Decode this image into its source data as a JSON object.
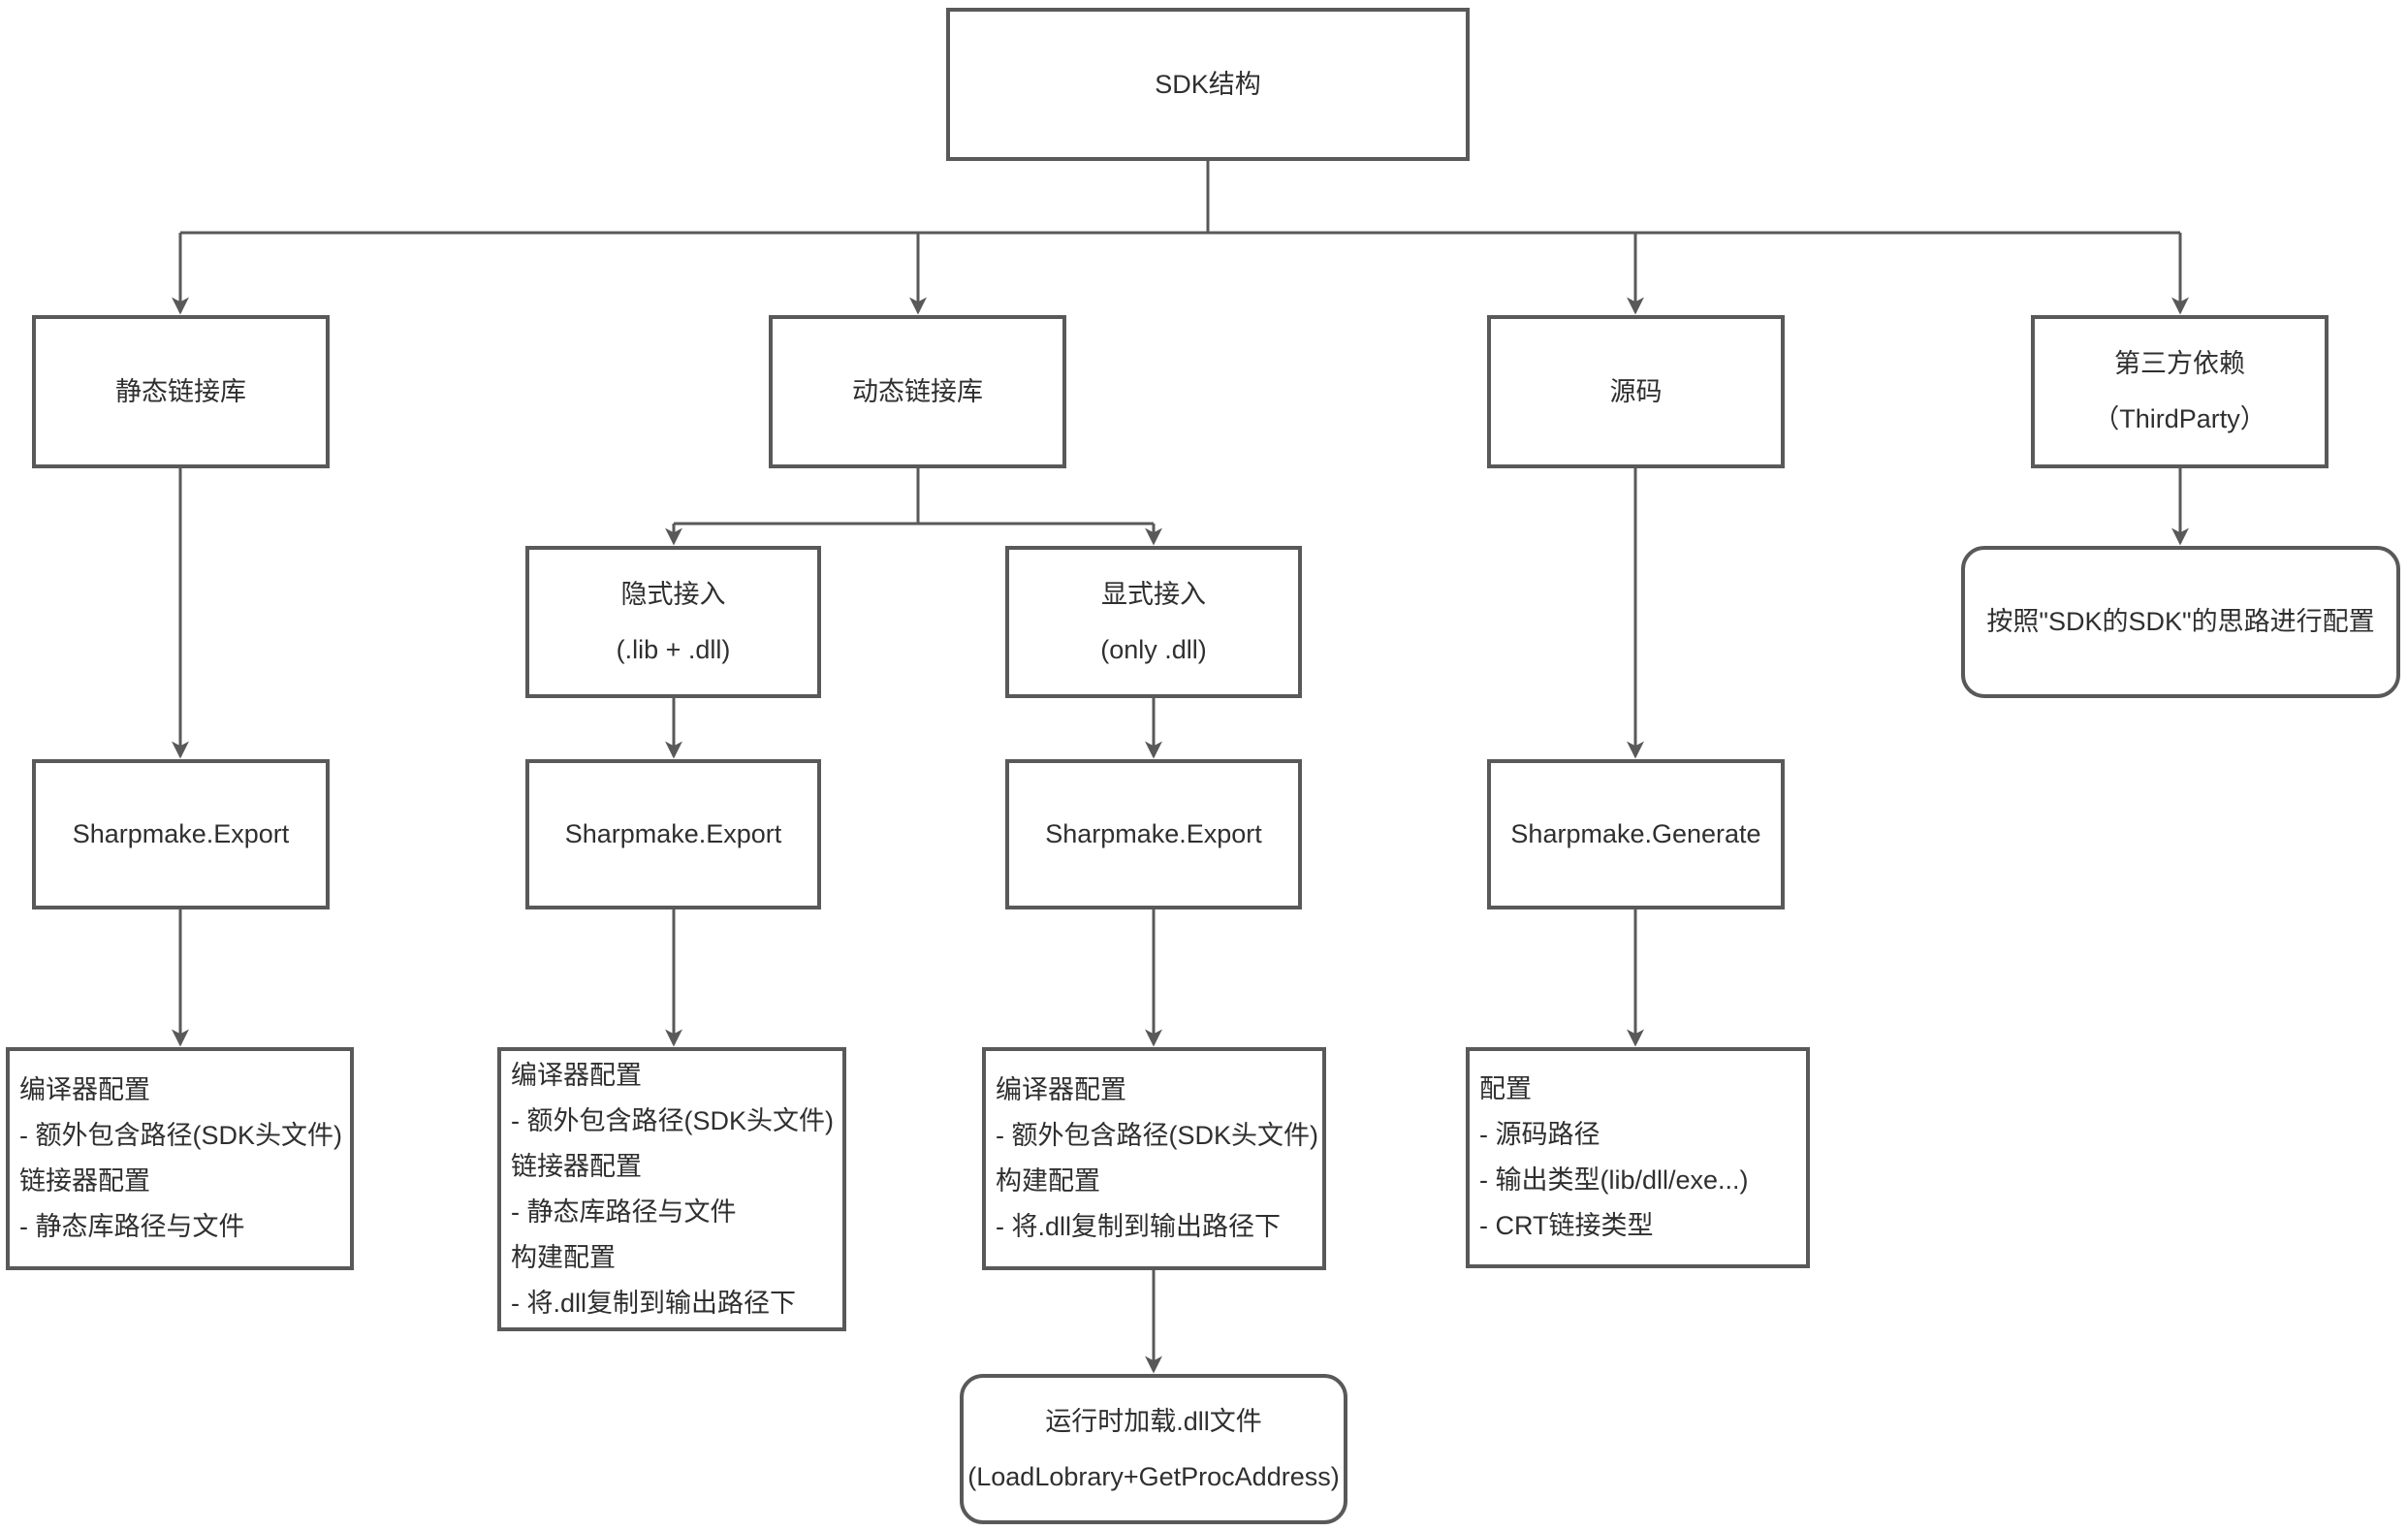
{
  "theme": {
    "stroke_color": "#595959",
    "text_color": "#2f2f2f",
    "background": "#ffffff"
  },
  "diagram": {
    "root": {
      "label": "SDK结构"
    },
    "branches": {
      "static_lib": {
        "label": "静态链接库"
      },
      "dynamic_lib": {
        "label": "动态链接库"
      },
      "source": {
        "label": "源码"
      },
      "third_party": {
        "label_line1": "第三方依赖",
        "label_line2": "（ThirdParty）"
      }
    },
    "dynamic_children": {
      "implicit": {
        "label_line1": "隐式接入",
        "label_line2": "(.lib + .dll)"
      },
      "explicit": {
        "label_line1": "显式接入",
        "label_line2": "(only .dll)"
      }
    },
    "third_party_note": {
      "label": "按照\"SDK的SDK\"的思路进行配置"
    },
    "process_nodes": {
      "export_static": {
        "label": "Sharpmake.Export"
      },
      "export_implicit": {
        "label": "Sharpmake.Export"
      },
      "export_explicit": {
        "label": "Sharpmake.Export"
      },
      "generate_source": {
        "label": "Sharpmake.Generate"
      }
    },
    "configs": {
      "static_config": {
        "lines": [
          "编译器配置",
          "- 额外包含路径(SDK头文件)",
          "链接器配置",
          "- 静态库路径与文件"
        ]
      },
      "implicit_config": {
        "lines": [
          "编译器配置",
          "- 额外包含路径(SDK头文件)",
          "链接器配置",
          "- 静态库路径与文件",
          "构建配置",
          "- 将.dll复制到输出路径下"
        ]
      },
      "explicit_config": {
        "lines": [
          "编译器配置",
          "- 额外包含路径(SDK头文件)",
          "构建配置",
          "- 将.dll复制到输出路径下"
        ]
      },
      "source_config": {
        "lines": [
          "配置",
          "- 源码路径",
          "- 输出类型(lib/dll/exe...)",
          "- CRT链接类型"
        ]
      }
    },
    "runtime_note": {
      "label_line1": "运行时加载.dll文件",
      "label_line2": "(LoadLobrary+GetProcAddress)"
    }
  }
}
